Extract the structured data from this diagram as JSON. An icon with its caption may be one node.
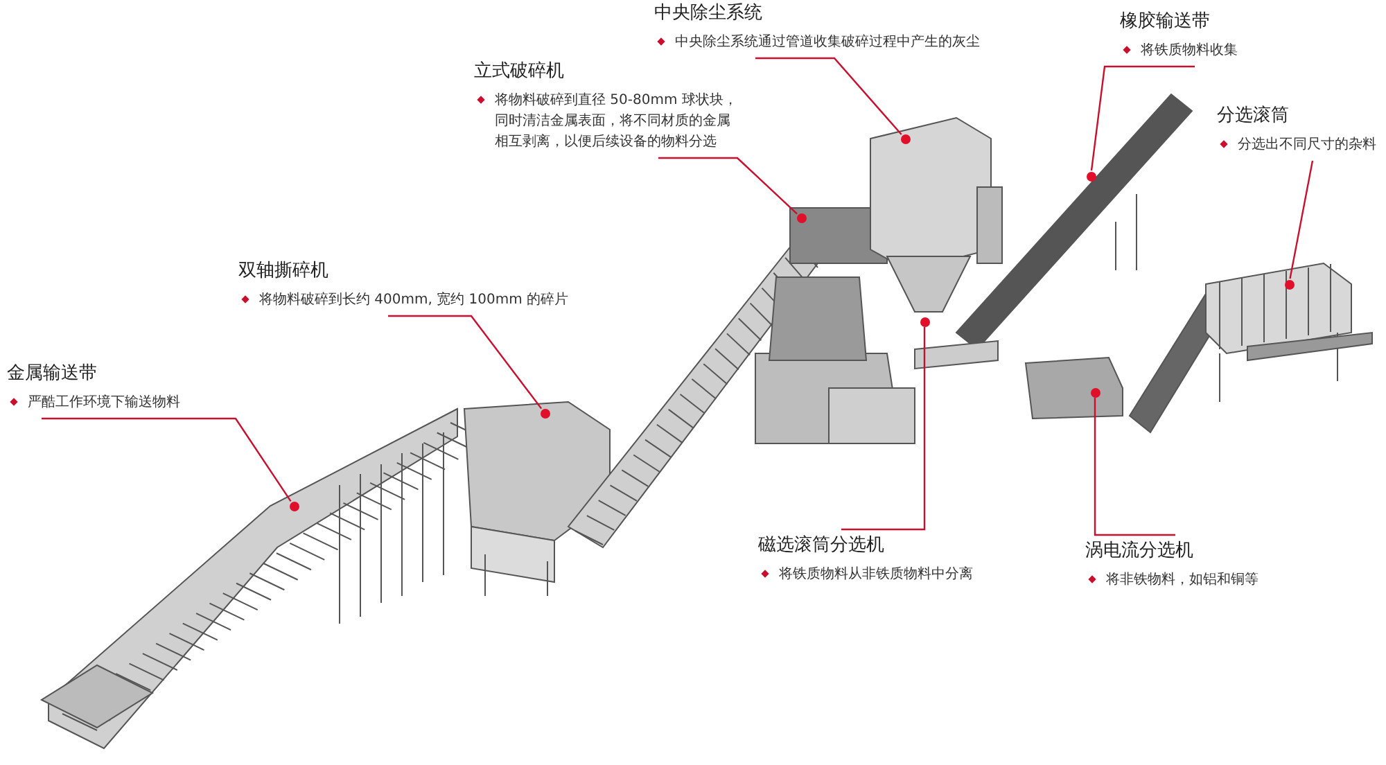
{
  "diagram": {
    "nodes": [
      {
        "text": [
          "金属输送带",
          "严酷工作环境下输送物料"
        ]
      },
      {
        "text": [
          "双轴撕碎机",
          "将物料破碎到长约 400mm, 宽约 100mm 的碎片"
        ]
      },
      {
        "text": [
          "立式破碎机",
          "将物料破碎到直径 50-80mm 球状块，同时清洁金属表面，将不同材质的金属相互剥离，以便后续设备的物料分选"
        ]
      },
      {
        "text": [
          "中央除尘系统",
          "中央除尘系统通过管道收集破碎过程中产生的灰尘"
        ]
      },
      {
        "text": [
          "橡胶输送带",
          "将铁质物料收集"
        ]
      },
      {
        "text": [
          "分选滚筒",
          "分选出不同尺寸的杂料"
        ]
      },
      {
        "text": [
          "磁选滚筒分选机",
          "将铁质物料从非铁质物料中分离"
        ]
      },
      {
        "text": [
          "涡电流分选机",
          "将非铁物料，如铝和铜等"
        ]
      },
      {
        "text": [],
        "shape": "circle"
      },
      {
        "text": [],
        "shape": "circle"
      },
      {
        "text": [],
        "shape": "circle"
      },
      {
        "text": [],
        "shape": "circle"
      },
      {
        "text": [],
        "shape": "circle"
      },
      {
        "text": [],
        "shape": "circle"
      },
      {
        "text": [],
        "shape": "circle"
      },
      {
        "text": [],
        "shape": "circle"
      }
    ],
    "edges": [
      {
        "from": 0,
        "to": 8,
        "arrow": "none"
      },
      {
        "from": 1,
        "to": 9,
        "arrow": "none"
      },
      {
        "from": 2,
        "to": 10,
        "arrow": "none"
      },
      {
        "from": 3,
        "to": 11,
        "arrow": "none"
      },
      {
        "from": 4,
        "to": 12,
        "arrow": "none"
      },
      {
        "from": 5,
        "to": 13,
        "arrow": "none"
      },
      {
        "from": 6,
        "to": 14,
        "arrow": "none"
      },
      {
        "from": 7,
        "to": 15,
        "arrow": "none"
      }
    ]
  }
}
